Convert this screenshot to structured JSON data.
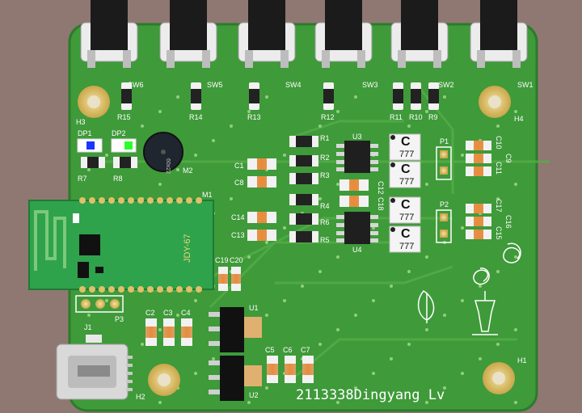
{
  "colors": {
    "background": "#8f7872",
    "board": "#3f9a3a",
    "trace": "#5ab04d",
    "silk": "#ffffff",
    "pad": "#d9c27a",
    "ic_body": "#1f1f1f",
    "module": "#2fa24c",
    "led_blue": "#1a35ff",
    "led_green": "#2bff2b"
  },
  "board": {
    "signature": "2113338Dingyang Lv",
    "switch_labels": [
      "SW6",
      "SW5",
      "SW4",
      "SW3",
      "SW2",
      "SW1"
    ],
    "hole_labels": [
      "H3",
      "H4",
      "H1",
      "H2"
    ],
    "top_resistors": [
      "R15",
      "R14",
      "R13",
      "R12",
      "R11",
      "R10",
      "R9"
    ],
    "led_labels": [
      "DP1",
      "DP2"
    ],
    "led_resistors": [
      "R7",
      "R8"
    ],
    "buzzer_label": "M2",
    "buzzer_text": "60x22",
    "module_label": "M1",
    "module_text": "JDY-67",
    "left_caps": [
      "C1",
      "C8",
      "C14",
      "C13"
    ],
    "mid_resistors": [
      "R1",
      "R2",
      "R3",
      "R4",
      "R6",
      "R5"
    ],
    "ic_labels": [
      "U3",
      "U4"
    ],
    "mid_caps": [
      "C12",
      "C18"
    ],
    "connector_text": "777",
    "header_labels": [
      "P1",
      "P2",
      "P3"
    ],
    "right_caps": [
      "C10",
      "C9",
      "C11",
      "C17",
      "C16",
      "C15"
    ],
    "lower_caps": [
      "C19",
      "C20"
    ],
    "bottom_caps": [
      "C2",
      "C3",
      "C4"
    ],
    "regulator_labels": [
      "U1",
      "U2"
    ],
    "bottom_right_caps": [
      "C5",
      "C6",
      "C7"
    ],
    "usb_label": "J1"
  }
}
